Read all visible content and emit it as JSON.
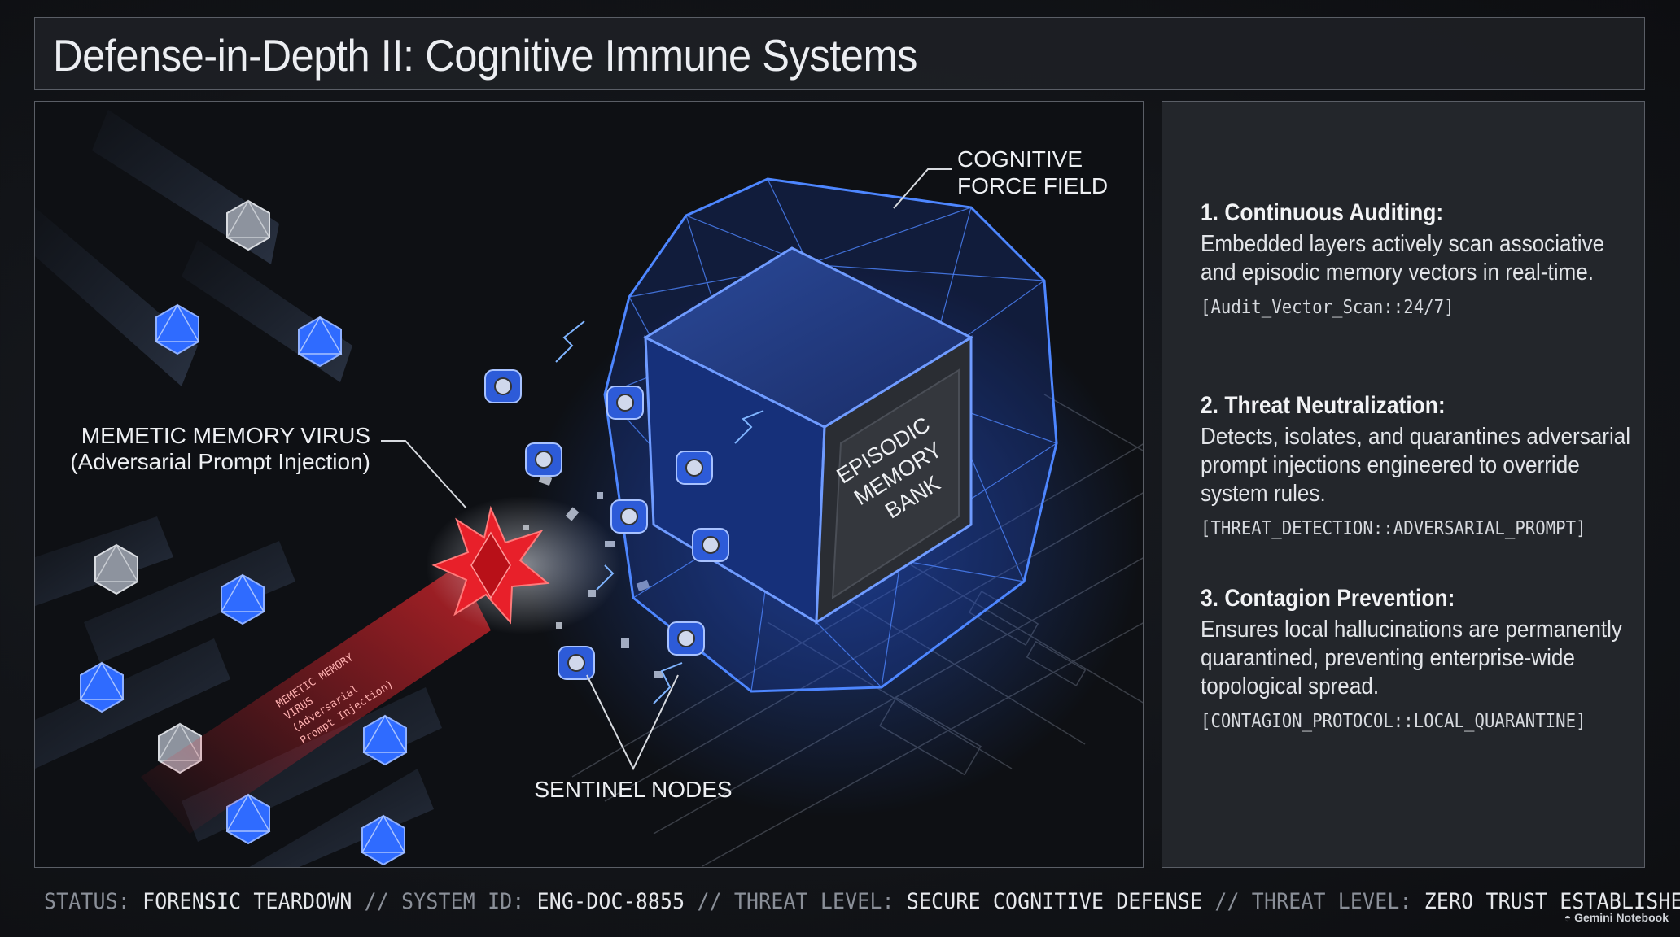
{
  "title": "Defense-in-Depth II: Cognitive Immune Systems",
  "diagram": {
    "force_field_label": [
      "COGNITIVE",
      "FORCE FIELD"
    ],
    "memory_bank_label": [
      "EPISODIC",
      "MEMORY",
      "BANK"
    ],
    "virus_label": "MEMETIC MEMORY VIRUS",
    "virus_sublabel": "(Adversarial Prompt Injection)",
    "beam_text": [
      "MEMETIC MEMORY",
      "VIRUS",
      "(Adversarial",
      "Prompt Injection)"
    ],
    "sentinel_label": "SENTINEL NODES"
  },
  "sections": [
    {
      "heading": "1. Continuous Auditing:",
      "body": "Embedded layers actively scan associative and episodic memory vectors in real-time.",
      "code": "[Audit_Vector_Scan::24/7]"
    },
    {
      "heading": "2. Threat Neutralization:",
      "body": "Detects, isolates, and quarantines adversarial prompt injections engineered to override system rules.",
      "code": "[THREAT_DETECTION::ADVERSARIAL_PROMPT]"
    },
    {
      "heading": "3. Contagion Prevention:",
      "body": "Ensures local hallucinations are permanently quarantined, preventing enterprise-wide topological spread.",
      "code": "[CONTAGION_PROTOCOL::LOCAL_QUARANTINE]"
    }
  ],
  "status": [
    {
      "key": "STATUS:",
      "value": "FORENSIC TEARDOWN"
    },
    {
      "key": "SYSTEM ID:",
      "value": "ENG-DOC-8855"
    },
    {
      "key": "THREAT LEVEL:",
      "value": "SECURE COGNITIVE DEFENSE"
    },
    {
      "key": "THREAT LEVEL:",
      "value": "ZERO TRUST ESTABLISHED"
    }
  ],
  "status_separator": "//",
  "watermark": "Gemini Notebook",
  "colors": {
    "accent_blue": "#2f6bff",
    "virus_red": "#e8202a",
    "panel": "#23262b"
  }
}
